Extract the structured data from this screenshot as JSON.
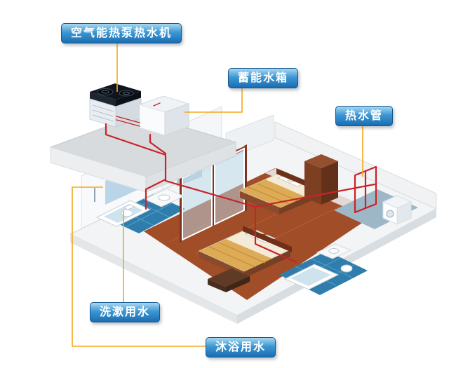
{
  "callouts": {
    "heat_pump": "空气能热泵热水机",
    "storage_tank": "蓄能水箱",
    "hot_water_pipe": "热水管",
    "washing_water": "洗漱用水",
    "bathing_water": "沐浴用水"
  },
  "colors": {
    "background": "#ffffff",
    "label_top": "#a8d8f0",
    "label_mid": "#3d97d3",
    "label_bottom": "#1a6db0",
    "label_border": "#15588f",
    "leader_line": "#f6a71b",
    "pipe_red": "#c8232a",
    "wood_floor": "#a14e28",
    "tile_blue": "#2e7dad",
    "glass_blue": "#bcd9ec"
  }
}
